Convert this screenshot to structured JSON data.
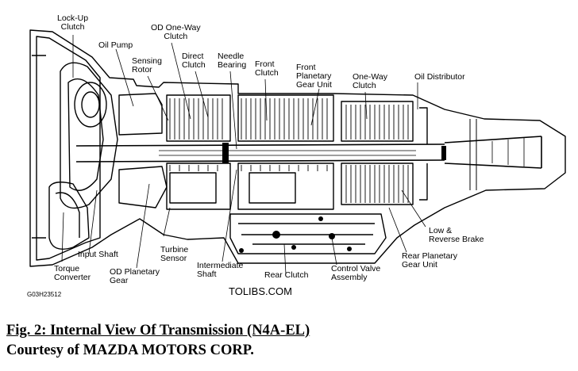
{
  "diagram": {
    "labels": {
      "lock_up_clutch": [
        "Lock-Up",
        "Clutch"
      ],
      "oil_pump": "Oil Pump",
      "od_one_way_clutch": [
        "OD One-Way",
        "Clutch"
      ],
      "sensing_rotor": [
        "Sensing",
        "Rotor"
      ],
      "direct_clutch": [
        "Direct",
        "Clutch"
      ],
      "needle_bearing": [
        "Needle",
        "Bearing"
      ],
      "front_clutch": [
        "Front",
        "Clutch"
      ],
      "front_planetary_gear_unit": [
        "Front",
        "Planetary",
        "Gear Unit"
      ],
      "one_way_clutch": [
        "One-Way",
        "Clutch"
      ],
      "oil_distributor": "Oil Distributor",
      "low_reverse_brake": [
        "Low &",
        "Reverse Brake"
      ],
      "rear_planetary_gear_unit": [
        "Rear Planetary",
        "Gear Unit"
      ],
      "control_valve_assembly": [
        "Control Valve",
        "Assembly"
      ],
      "rear_clutch": "Rear Clutch",
      "intermediate_shaft": [
        "Intermediate",
        "Shaft"
      ],
      "turbine_sensor": [
        "Turbine",
        "Sensor"
      ],
      "od_planetary_gear": [
        "OD Planetary",
        "Gear"
      ],
      "input_shaft": "Input Shaft",
      "torque_converter": [
        "Torque",
        "Converter"
      ]
    },
    "image_code": "G03H23512",
    "watermark": "TOLIBS.COM"
  },
  "caption": {
    "title": "Fig. 2: Internal View Of Transmission (N4A-EL)",
    "credit": "Courtesy of MAZDA MOTORS CORP."
  }
}
